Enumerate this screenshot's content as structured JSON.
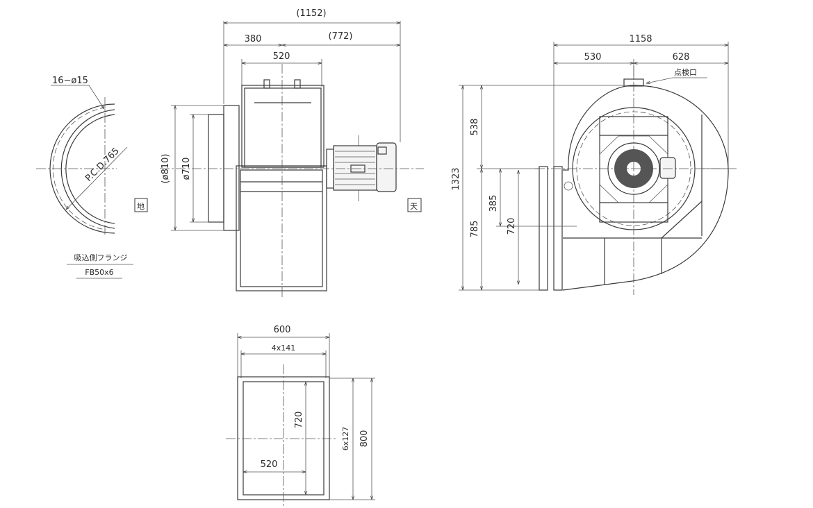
{
  "flange_view": {
    "hole_spec": "16−ø15",
    "pcd": "P.C.D.765",
    "side_mark": "地",
    "title": "吸込側フランジ",
    "material": "FB50x6"
  },
  "side_view": {
    "overall_length": "(1152)",
    "inlet_length": "380",
    "motor_length": "(772)",
    "casing_width": "520",
    "outer_diameter": "(ø810)",
    "inner_diameter": "ø710",
    "side_mark": "天"
  },
  "front_view": {
    "overall_width": "1158",
    "left_width": "530",
    "right_width": "628",
    "inspection_port": "点検口",
    "overall_height": "1323",
    "upper_height": "538",
    "lower_height": "785",
    "outlet_offset": "385",
    "outlet_height": "720"
  },
  "outlet_view": {
    "outer_width": "600",
    "bolt_pitch_x": "4x141",
    "inner_height": "720",
    "inner_width": "520",
    "bolt_pitch_y": "6x127",
    "outer_height": "800"
  }
}
